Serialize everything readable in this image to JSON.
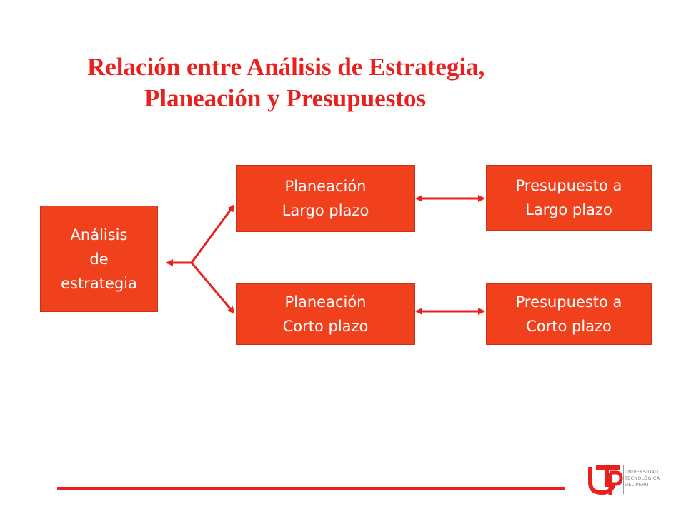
{
  "title": {
    "line1": "Relación entre Análisis de Estrategia,",
    "line2": "Planeación y Presupuestos"
  },
  "boxes": {
    "analisis": {
      "line1": "Análisis",
      "line2": "de",
      "line3": "estrategia"
    },
    "plan_largo": {
      "line1": "Planeación",
      "line2": "Largo plazo"
    },
    "plan_corto": {
      "line1": "Planeación",
      "line2": "Corto plazo"
    },
    "pres_largo": {
      "line1": "Presupuesto a",
      "line2": "Largo plazo"
    },
    "pres_corto": {
      "line1": "Presupuesto a",
      "line2": "Corto plazo"
    }
  },
  "logo": {
    "line1": "UNIVERSIDAD",
    "line2": "TECNOLÓGICA",
    "line3": "DEL PERÚ"
  },
  "colors": {
    "accent": "#e8201e",
    "box_fill": "#f0401c",
    "box_text": "#ffffff"
  }
}
